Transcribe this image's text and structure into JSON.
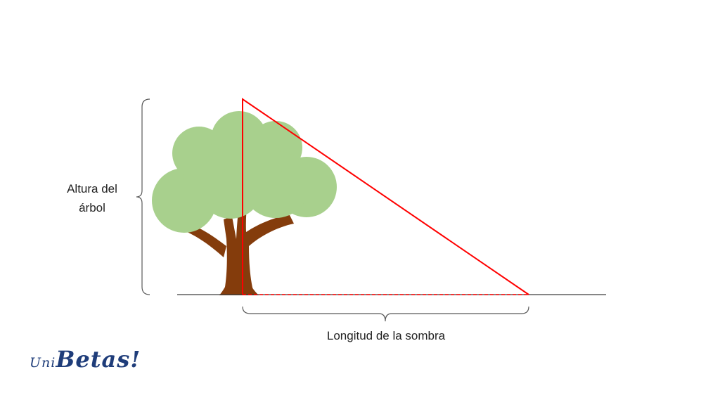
{
  "labels": {
    "height_line1": "Altura del",
    "height_line2": "árbol",
    "shadow": "Longitud de la sombra"
  },
  "logo": {
    "prefix": "Uni",
    "main": "Betas!"
  },
  "colors": {
    "triangle": "#ff0000",
    "foliage": "#a8d08d",
    "trunk": "#843c0c",
    "ground": "#3f3f3f",
    "brace": "#595959",
    "text": "#222222",
    "logo": "#1f3d7a"
  },
  "icons": {
    "tree": "tree-icon"
  }
}
